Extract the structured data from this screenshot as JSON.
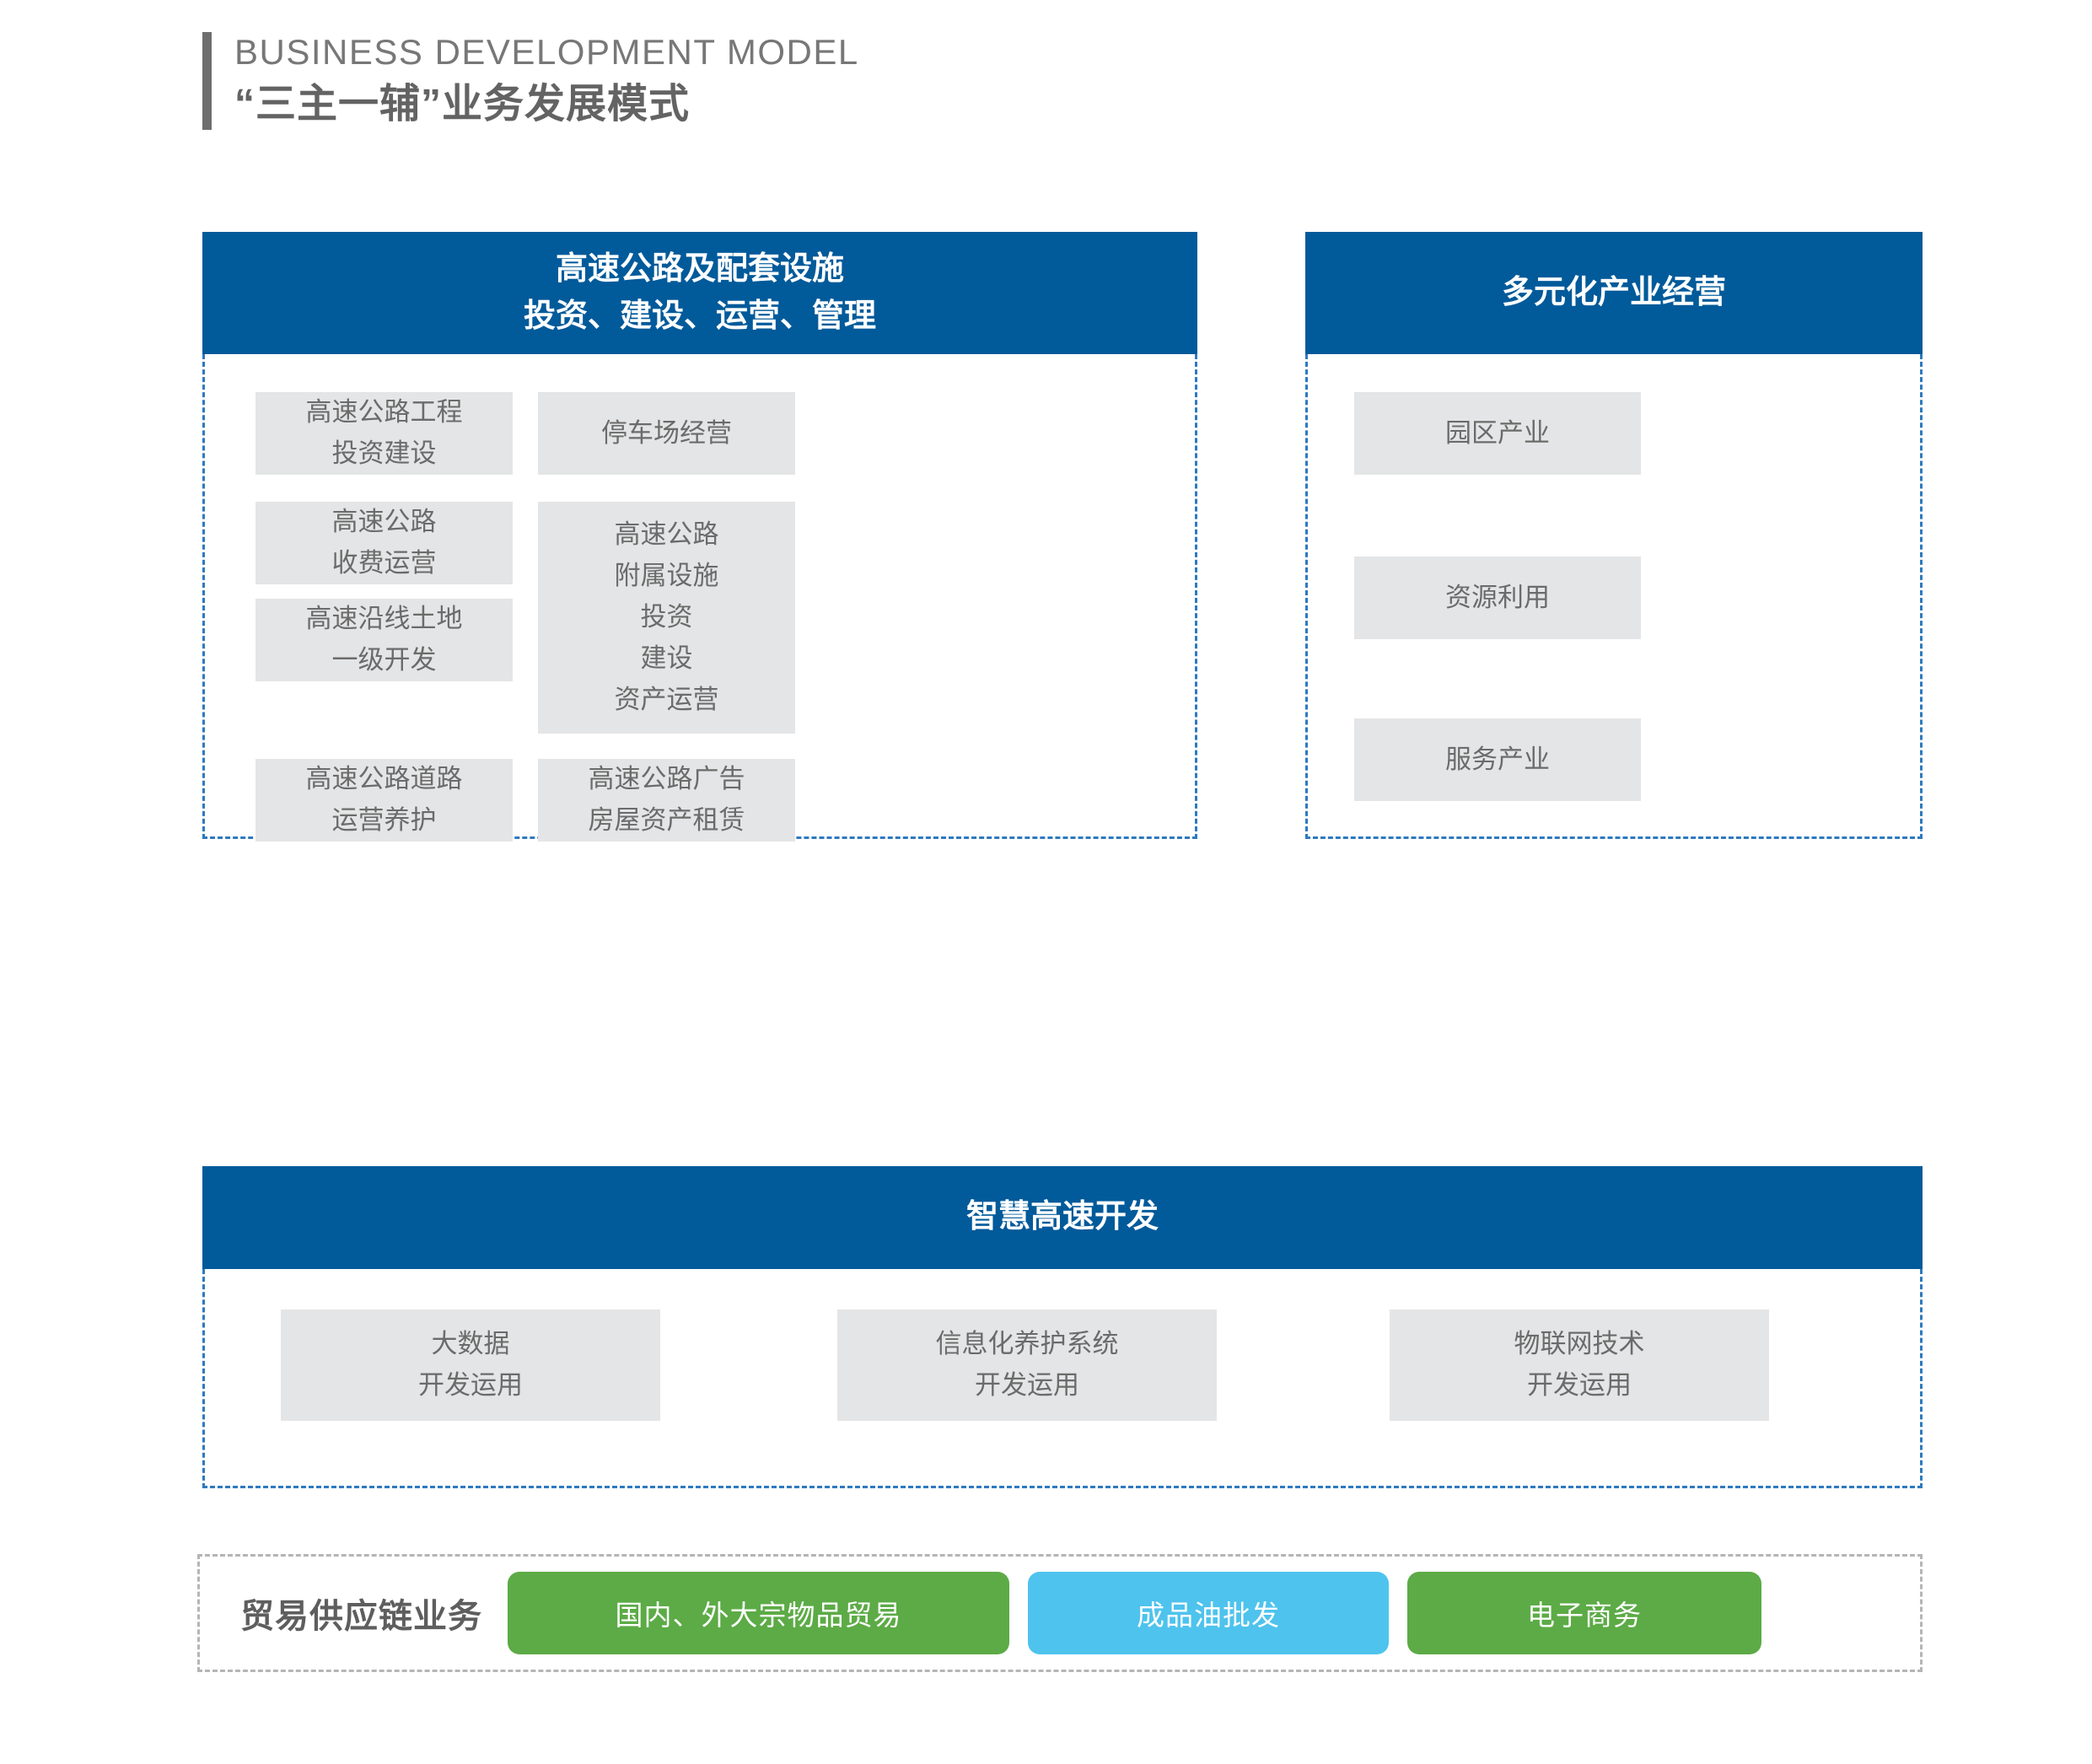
{
  "header": {
    "eyebrow": "BUSINESS DEVELOPMENT MODEL",
    "title": "“三主一辅”业务发展模式"
  },
  "colors": {
    "brand_blue": "#015A9A",
    "dashed_blue": "#2E79BF",
    "cell_grey": "#E4E5E6",
    "text_grey": "#6B6B6B",
    "accent_green": "#5CAB46",
    "accent_cyan": "#4EC3ED",
    "header_grey": "#6E6E6E"
  },
  "panels": {
    "highway": {
      "head_lines": [
        "高速公路及配套设施",
        "投资、建设、运营、管理"
      ],
      "cells": [
        {
          "lines": [
            "高速公路工程",
            "投资建设"
          ]
        },
        {
          "lines": [
            "停车场经营"
          ]
        },
        {
          "lines": [
            "高速公路",
            "收费运营"
          ]
        },
        {
          "lines": [
            "高速公路",
            "附属设施",
            "投资",
            "建设",
            "资产运营"
          ]
        },
        {
          "lines": [
            "高速沿线土地",
            "一级开发"
          ]
        },
        {
          "lines": [
            "高速公路道路",
            "运营养护"
          ]
        },
        {
          "lines": [
            "高速公路广告",
            "房屋资产租赁"
          ]
        }
      ]
    },
    "diversified": {
      "head_lines": [
        "多元化产业经营"
      ],
      "cells": [
        {
          "lines": [
            "园区产业"
          ]
        },
        {
          "lines": [
            "资源利用"
          ]
        },
        {
          "lines": [
            "服务产业"
          ]
        }
      ]
    },
    "smart": {
      "head_lines": [
        "智慧高速开发"
      ],
      "cells": [
        {
          "lines": [
            "大数据",
            "开发运用"
          ]
        },
        {
          "lines": [
            "信息化养护系统",
            "开发运用"
          ]
        },
        {
          "lines": [
            "物联网技术",
            "开发运用"
          ]
        }
      ]
    }
  },
  "trade": {
    "label": "贸易供应链业务",
    "pills": [
      {
        "label": "国内、外大宗物品贸易",
        "color": "#5CAB46"
      },
      {
        "label": "成品油批发",
        "color": "#4EC3ED"
      },
      {
        "label": "电子商务",
        "color": "#5CAB46"
      }
    ]
  }
}
